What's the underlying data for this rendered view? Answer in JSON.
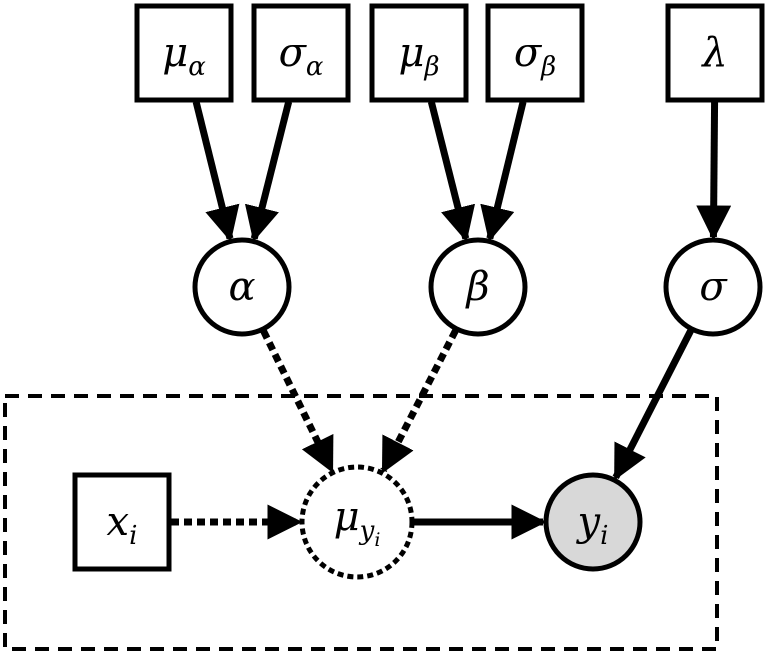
{
  "nodes": [
    {
      "id": "mu_alpha",
      "symbol": "μ",
      "sub": "α",
      "subsub": "",
      "shape": "square",
      "kind": "constant"
    },
    {
      "id": "sigma_alpha",
      "symbol": "σ",
      "sub": "α",
      "subsub": "",
      "shape": "square",
      "kind": "constant"
    },
    {
      "id": "mu_beta",
      "symbol": "μ",
      "sub": "β",
      "subsub": "",
      "shape": "square",
      "kind": "constant"
    },
    {
      "id": "sigma_beta",
      "symbol": "σ",
      "sub": "β",
      "subsub": "",
      "shape": "square",
      "kind": "constant"
    },
    {
      "id": "lambda",
      "symbol": "λ",
      "sub": "",
      "subsub": "",
      "shape": "square",
      "kind": "constant"
    },
    {
      "id": "alpha",
      "symbol": "α",
      "sub": "",
      "subsub": "",
      "shape": "circle",
      "kind": "stochastic"
    },
    {
      "id": "beta",
      "symbol": "β",
      "sub": "",
      "subsub": "",
      "shape": "circle",
      "kind": "stochastic"
    },
    {
      "id": "sigma",
      "symbol": "σ",
      "sub": "",
      "subsub": "",
      "shape": "circle",
      "kind": "stochastic"
    },
    {
      "id": "x_i",
      "symbol": "x",
      "sub": "i",
      "subsub": "",
      "shape": "square",
      "kind": "constant"
    },
    {
      "id": "mu_y_i",
      "symbol": "μ",
      "sub": "y",
      "subsub": "i",
      "shape": "circle",
      "kind": "deterministic"
    },
    {
      "id": "y_i",
      "symbol": "y",
      "sub": "i",
      "subsub": "",
      "shape": "circle",
      "kind": "observed"
    }
  ],
  "edges": [
    {
      "from": "mu_alpha",
      "to": "alpha",
      "style": "solid"
    },
    {
      "from": "sigma_alpha",
      "to": "alpha",
      "style": "solid"
    },
    {
      "from": "mu_beta",
      "to": "beta",
      "style": "solid"
    },
    {
      "from": "sigma_beta",
      "to": "beta",
      "style": "solid"
    },
    {
      "from": "lambda",
      "to": "sigma",
      "style": "solid"
    },
    {
      "from": "alpha",
      "to": "mu_y_i",
      "style": "dashed"
    },
    {
      "from": "beta",
      "to": "mu_y_i",
      "style": "dashed"
    },
    {
      "from": "x_i",
      "to": "mu_y_i",
      "style": "dashed"
    },
    {
      "from": "mu_y_i",
      "to": "y_i",
      "style": "solid"
    },
    {
      "from": "sigma",
      "to": "y_i",
      "style": "solid"
    }
  ],
  "plate": {
    "contains": [
      "x_i",
      "mu_y_i",
      "y_i"
    ]
  },
  "colors": {
    "stroke": "#000000",
    "fill": "#ffffff",
    "observed_fill": "#d8d8d8"
  }
}
